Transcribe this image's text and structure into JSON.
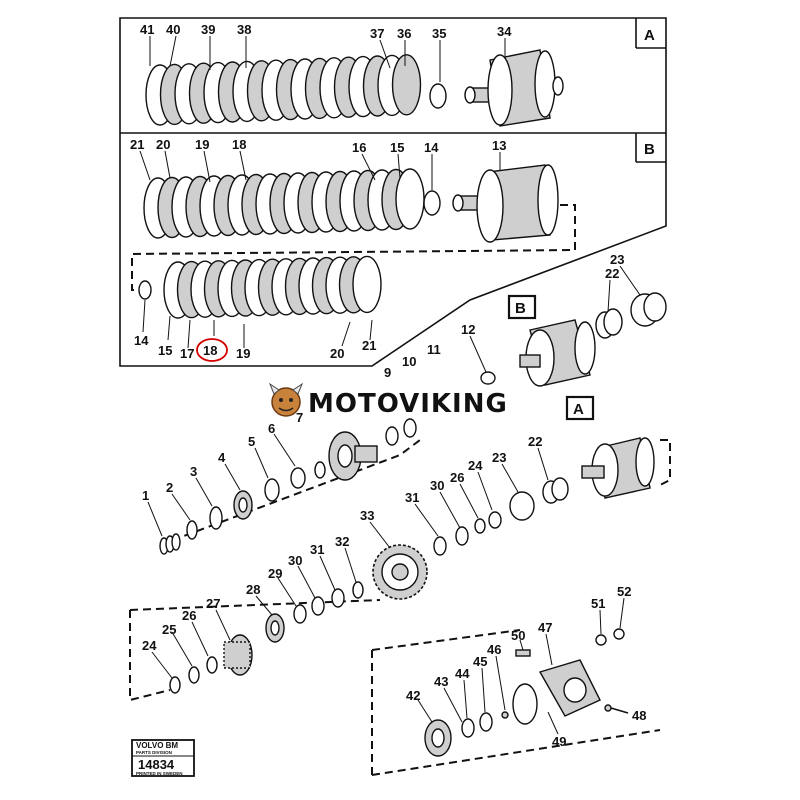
{
  "panels": [
    {
      "label": "A"
    },
    {
      "label": "B"
    }
  ],
  "callouts": {
    "B_inset": "B",
    "A_inset": "A"
  },
  "part_numbers": [
    {
      "id": "n41",
      "text": "41"
    },
    {
      "id": "n40",
      "text": "40"
    },
    {
      "id": "n39",
      "text": "39"
    },
    {
      "id": "n38",
      "text": "38"
    },
    {
      "id": "n37",
      "text": "37"
    },
    {
      "id": "n36",
      "text": "36"
    },
    {
      "id": "n35",
      "text": "35"
    },
    {
      "id": "n34",
      "text": "34"
    },
    {
      "id": "n21a",
      "text": "21"
    },
    {
      "id": "n20a",
      "text": "20"
    },
    {
      "id": "n19a",
      "text": "19"
    },
    {
      "id": "n18a",
      "text": "18"
    },
    {
      "id": "n16",
      "text": "16"
    },
    {
      "id": "n15a",
      "text": "15"
    },
    {
      "id": "n14a",
      "text": "14"
    },
    {
      "id": "n13",
      "text": "13"
    },
    {
      "id": "n14b",
      "text": "14"
    },
    {
      "id": "n15b",
      "text": "15"
    },
    {
      "id": "n17",
      "text": "17"
    },
    {
      "id": "n18b",
      "text": "18"
    },
    {
      "id": "n19b",
      "text": "19"
    },
    {
      "id": "n20b",
      "text": "20"
    },
    {
      "id": "n21b",
      "text": "21"
    },
    {
      "id": "n22a",
      "text": "22"
    },
    {
      "id": "n23a",
      "text": "23"
    },
    {
      "id": "n12",
      "text": "12"
    },
    {
      "id": "n11",
      "text": "11"
    },
    {
      "id": "n10",
      "text": "10"
    },
    {
      "id": "n9",
      "text": "9"
    },
    {
      "id": "n7",
      "text": "7"
    },
    {
      "id": "n6",
      "text": "6"
    },
    {
      "id": "n5",
      "text": "5"
    },
    {
      "id": "n4",
      "text": "4"
    },
    {
      "id": "n3",
      "text": "3"
    },
    {
      "id": "n2",
      "text": "2"
    },
    {
      "id": "n1",
      "text": "1"
    },
    {
      "id": "n22b",
      "text": "22"
    },
    {
      "id": "n23b",
      "text": "23"
    },
    {
      "id": "n24a",
      "text": "24"
    },
    {
      "id": "n26a",
      "text": "26"
    },
    {
      "id": "n30a",
      "text": "30"
    },
    {
      "id": "n31a",
      "text": "31"
    },
    {
      "id": "n33",
      "text": "33"
    },
    {
      "id": "n32",
      "text": "32"
    },
    {
      "id": "n31b",
      "text": "31"
    },
    {
      "id": "n30b",
      "text": "30"
    },
    {
      "id": "n29",
      "text": "29"
    },
    {
      "id": "n28",
      "text": "28"
    },
    {
      "id": "n27",
      "text": "27"
    },
    {
      "id": "n26b",
      "text": "26"
    },
    {
      "id": "n25",
      "text": "25"
    },
    {
      "id": "n24b",
      "text": "24"
    },
    {
      "id": "n51",
      "text": "51"
    },
    {
      "id": "n52",
      "text": "52"
    },
    {
      "id": "n50",
      "text": "50"
    },
    {
      "id": "n47",
      "text": "47"
    },
    {
      "id": "n46",
      "text": "46"
    },
    {
      "id": "n45",
      "text": "45"
    },
    {
      "id": "n44",
      "text": "44"
    },
    {
      "id": "n43",
      "text": "43"
    },
    {
      "id": "n42",
      "text": "42"
    },
    {
      "id": "n48",
      "text": "48"
    },
    {
      "id": "n49",
      "text": "49"
    }
  ],
  "watermark": {
    "brand": "MOTOVIKING"
  },
  "stamp": {
    "line1": "VOLVO BM",
    "line2": "PARTS DIVISION",
    "number": "14834",
    "line3": "PRINTED IN SWEDEN"
  },
  "highlight_part": "18"
}
